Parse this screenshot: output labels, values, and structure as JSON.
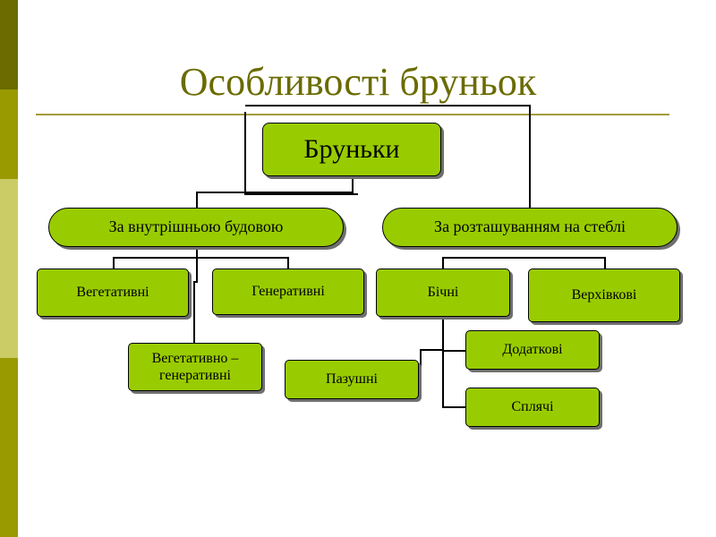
{
  "slide": {
    "title": "Особливості  бруньок",
    "colors": {
      "title": "#6b6b00",
      "node_fill": "#99cc00",
      "rule": "#a59a3a",
      "sidebar": [
        "#6b6b00",
        "#999900",
        "#cccc66",
        "#999900"
      ]
    }
  },
  "diagram": {
    "root": "Бруньки",
    "left_branch": {
      "label": "За внутрішньою будовою",
      "children": [
        "Вегетативні",
        "Генеративні",
        "Вегетативно –\nгенеративні"
      ]
    },
    "right_branch": {
      "label": "За розташуванням на стеблі",
      "children": [
        "Бічні",
        "Верхівкові"
      ],
      "lateral_children": [
        "Пазушні",
        "Додаткові",
        "Сплячі"
      ]
    }
  }
}
